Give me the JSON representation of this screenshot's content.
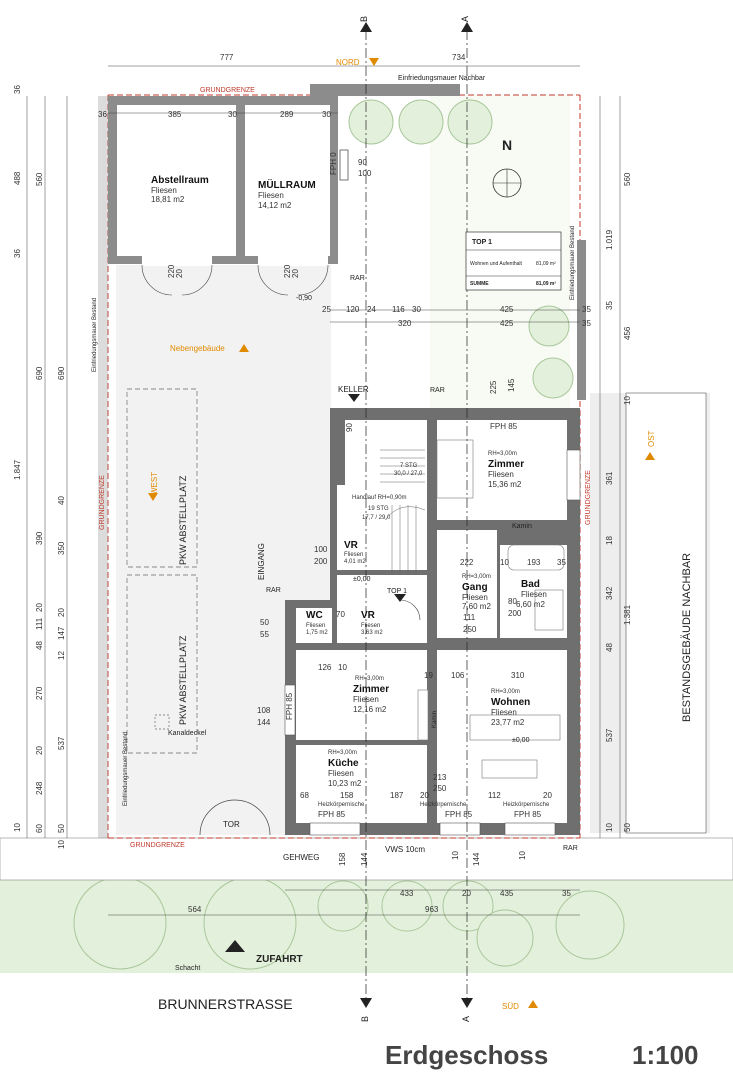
{
  "title": "Erdgeschoss",
  "scale": "1:100",
  "section_marks": {
    "a": "A",
    "b": "B"
  },
  "compass": {
    "nord": "NORD",
    "sued": "SÜD",
    "west": "WEST",
    "ost": "OST",
    "n": "N"
  },
  "boundary": {
    "label": "GRUNDGRENZE"
  },
  "neighbour_wall": "Einfriedungsmauer Nachbar",
  "existing_wall": "Einfriedungsmauer Bestand",
  "neighbour_building": "BESTANDSGEBÄUDE NACHBAR",
  "secondary_building": "Nebengebäude",
  "street": "BRUNNERSTRASSE",
  "sidewalk": "GEHWEG",
  "vws": "VWS 10cm",
  "access": "ZUFAHRT",
  "shaft": "Schacht",
  "gate": "TOR",
  "entrance": "EINGANG",
  "cellar": "KELLER",
  "manhole": "Kanaldeckel",
  "chimney": "Kamin",
  "rar": "RAR",
  "parking": [
    "PKW ABSTELLPLATZ",
    "PKW ABSTELLPLATZ"
  ],
  "levels": {
    "ext": "-0,90",
    "int1": "±0,00",
    "int2": "±0,00"
  },
  "top1_label": "TOP 1",
  "summary_table": {
    "title": "TOP 1",
    "row_label": "Wohnen und Aufenthalt",
    "row_value": "81,09 m²",
    "sum_label": "SUMME",
    "sum_value": "81,09 m²"
  },
  "rooms": [
    {
      "name": "Abstellraum",
      "floor": "Fliesen",
      "area": "18,81 m2"
    },
    {
      "name": "MÜLLRAUM",
      "floor": "Fliesen",
      "area": "14,12 m2"
    },
    {
      "name": "Zimmer",
      "height": "RH=3,00m",
      "floor": "Fliesen",
      "area": "15,36 m2"
    },
    {
      "name": "VR",
      "floor": "Fliesen",
      "area": "4,01 m2"
    },
    {
      "name": "Gang",
      "height": "RH=3,00m",
      "floor": "Fliesen",
      "area": "7,60 m2"
    },
    {
      "name": "Bad",
      "floor": "Fliesen",
      "area": "6,60 m2"
    },
    {
      "name": "WC",
      "floor": "Fliesen",
      "area": "1,75 m2"
    },
    {
      "name": "VR",
      "floor": "Fliesen",
      "area": "3,63 m2"
    },
    {
      "name": "Zimmer",
      "height": "RH=3,00m",
      "floor": "Fliesen",
      "area": "12,16 m2"
    },
    {
      "name": "Wohnen",
      "height": "RH=3,00m",
      "floor": "Fliesen",
      "area": "23,77 m2"
    },
    {
      "name": "Küche",
      "height": "RH=3,00m",
      "floor": "Fliesen",
      "area": "10,23 m2"
    }
  ],
  "windows": [
    "FPH 85",
    "FPH 85",
    "FPH 85",
    "FPH 85",
    "FPH 85",
    "FPH 0"
  ],
  "heater": [
    "Heizkörpernische",
    "Heizkörpernische",
    "Heizkörpernische"
  ],
  "stairs": [
    "7 STG",
    "30,0 / 27,0",
    "19 STG",
    "17,7 / 29,0",
    "Handlauf RH=0,90m"
  ],
  "dims_top": [
    "777",
    "734"
  ],
  "dims_store": [
    "36",
    "385",
    "30",
    "289",
    "30"
  ],
  "dims_left": [
    "36",
    "488",
    "36",
    "690",
    "1.847",
    "390",
    "40",
    "350",
    "20",
    "147",
    "12",
    "270",
    "48",
    "111",
    "20",
    "537",
    "20",
    "248",
    "10",
    "60",
    "10",
    "50"
  ],
  "dims_left2": [
    "560",
    "690"
  ],
  "dims_right": [
    "560",
    "1.019",
    "456",
    "35",
    "10",
    "361",
    "18",
    "342",
    "1.381",
    "48",
    "537",
    "10",
    "50"
  ],
  "dims_misc": [
    "25",
    "120",
    "24",
    "116",
    "30",
    "425",
    "35",
    "320",
    "425",
    "35",
    "225",
    "145",
    "90",
    "100",
    "200",
    "222",
    "10",
    "193",
    "35",
    "80",
    "200",
    "50",
    "55",
    "70",
    "111",
    "250",
    "126",
    "10",
    "108",
    "144",
    "310",
    "19",
    "106",
    "68",
    "158",
    "187",
    "20",
    "112",
    "20",
    "213",
    "250",
    "158",
    "144",
    "10",
    "144",
    "10",
    "433",
    "20",
    "435",
    "35",
    "564",
    "963",
    "90",
    "100",
    "220",
    "20",
    "220",
    "20"
  ]
}
